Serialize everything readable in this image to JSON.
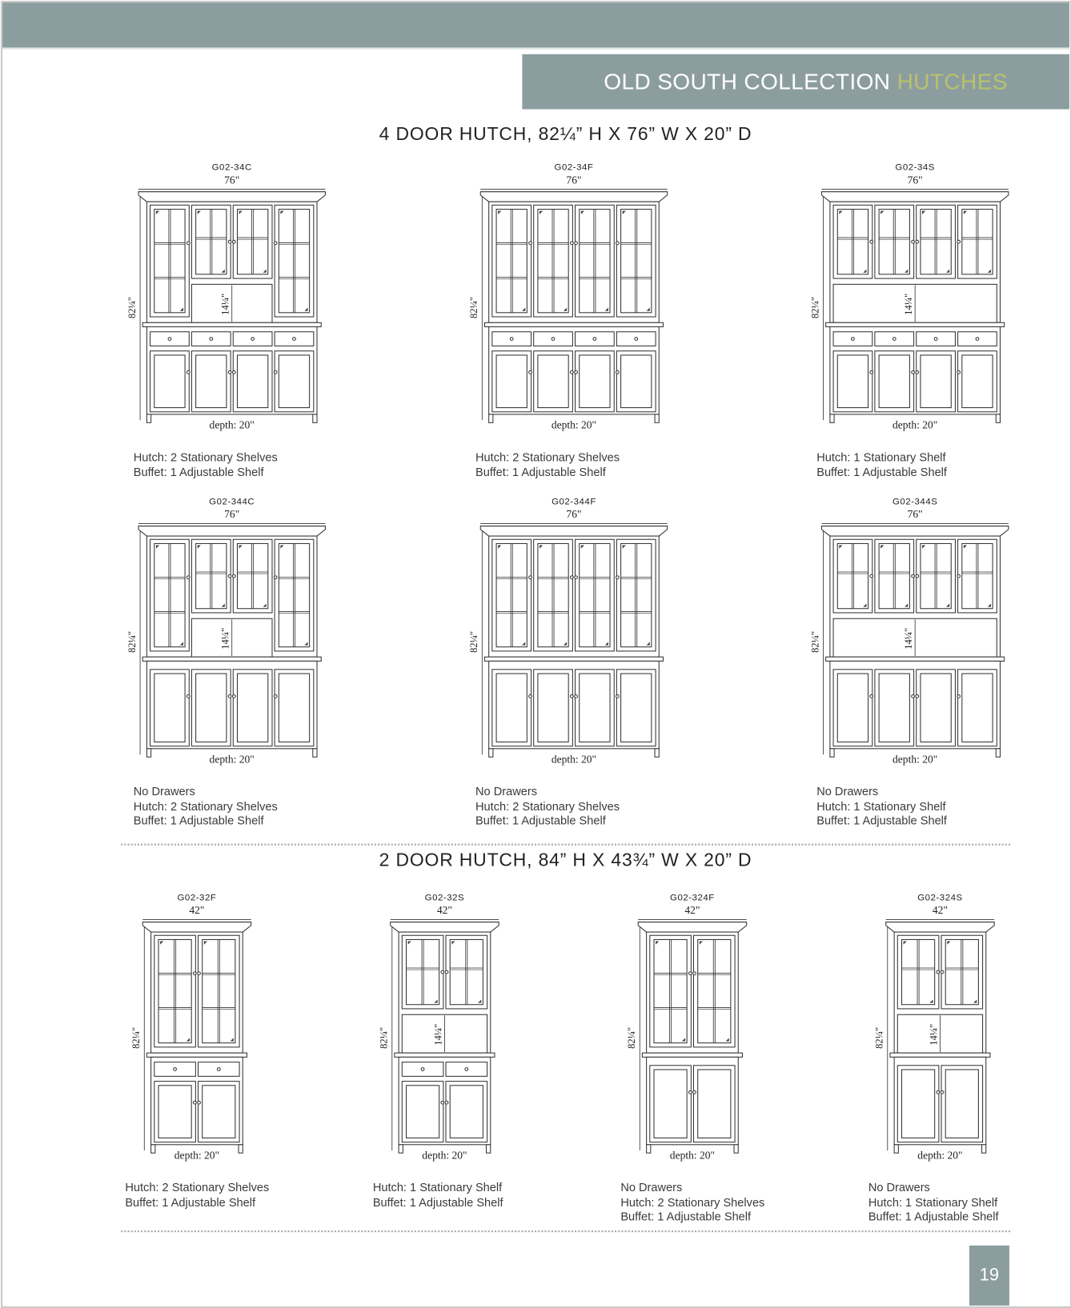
{
  "header": {
    "title_main": "OLD SOUTH COLLECTION",
    "title_accent": "HUTCHES"
  },
  "colors": {
    "band": "#8c9da0",
    "accent": "#b8c26c"
  },
  "sections": [
    {
      "title": "4 DOOR HUTCH, 82¼” H X 76” W X 20” D",
      "items": [
        {
          "code": "G02-34C",
          "width": "76\"",
          "height": "82¼\"",
          "niche": "14¼\"",
          "depth": "depth: 20\"",
          "doors": 4,
          "style": "C",
          "drawers": true,
          "notes": [
            "Hutch: 2 Stationary Shelves",
            "Buffet: 1 Adjustable Shelf"
          ]
        },
        {
          "code": "G02-34F",
          "width": "76\"",
          "height": "82¼\"",
          "niche": "",
          "depth": "depth: 20\"",
          "doors": 4,
          "style": "F",
          "drawers": true,
          "notes": [
            "Hutch: 2 Stationary Shelves",
            "Buffet: 1 Adjustable Shelf"
          ]
        },
        {
          "code": "G02-34S",
          "width": "76\"",
          "height": "82¼\"",
          "niche": "14¼\"",
          "depth": "depth: 20\"",
          "doors": 4,
          "style": "S",
          "drawers": true,
          "notes": [
            "Hutch: 1 Stationary Shelf",
            "Buffet: 1 Adjustable Shelf"
          ]
        },
        {
          "code": "G02-344C",
          "width": "76\"",
          "height": "82¼\"",
          "niche": "14¼\"",
          "depth": "depth: 20\"",
          "doors": 4,
          "style": "C",
          "drawers": false,
          "notes": [
            "No Drawers",
            "Hutch: 2 Stationary Shelves",
            "Buffet: 1 Adjustable Shelf"
          ]
        },
        {
          "code": "G02-344F",
          "width": "76\"",
          "height": "82¼\"",
          "niche": "",
          "depth": "depth: 20\"",
          "doors": 4,
          "style": "F",
          "drawers": false,
          "notes": [
            "No Drawers",
            "Hutch: 2 Stationary Shelves",
            "Buffet: 1 Adjustable Shelf"
          ]
        },
        {
          "code": "G02-344S",
          "width": "76\"",
          "height": "82¼\"",
          "niche": "14¼\"",
          "depth": "depth: 20\"",
          "doors": 4,
          "style": "S",
          "drawers": false,
          "notes": [
            "No Drawers",
            "Hutch: 1 Stationary Shelf",
            "Buffet: 1 Adjustable Shelf"
          ]
        }
      ]
    },
    {
      "title": "2 DOOR HUTCH, 84” H X 43¾” W X 20” D",
      "items": [
        {
          "code": "G02-32F",
          "width": "42\"",
          "height": "82¼\"",
          "niche": "",
          "depth": "depth: 20\"",
          "doors": 2,
          "style": "F",
          "drawers": true,
          "notes": [
            "Hutch: 2 Stationary Shelves",
            "Buffet: 1 Adjustable Shelf"
          ]
        },
        {
          "code": "G02-32S",
          "width": "42\"",
          "height": "82¼\"",
          "niche": "14¼\"",
          "depth": "depth: 20\"",
          "doors": 2,
          "style": "S",
          "drawers": true,
          "notes": [
            "Hutch: 1 Stationary Shelf",
            "Buffet: 1 Adjustable Shelf"
          ]
        },
        {
          "code": "G02-324F",
          "width": "42\"",
          "height": "82¼\"",
          "niche": "",
          "depth": "depth: 20\"",
          "doors": 2,
          "style": "F",
          "drawers": false,
          "notes": [
            "No Drawers",
            "Hutch: 2 Stationary Shelves",
            "Buffet: 1 Adjustable Shelf"
          ]
        },
        {
          "code": "G02-324S",
          "width": "42\"",
          "height": "82¼\"",
          "niche": "14¼\"",
          "depth": "depth: 20\"",
          "doors": 2,
          "style": "S",
          "drawers": false,
          "notes": [
            "No Drawers",
            "Hutch: 1 Stationary Shelf",
            "Buffet: 1 Adjustable Shelf"
          ]
        }
      ]
    }
  ],
  "page_number": "19"
}
